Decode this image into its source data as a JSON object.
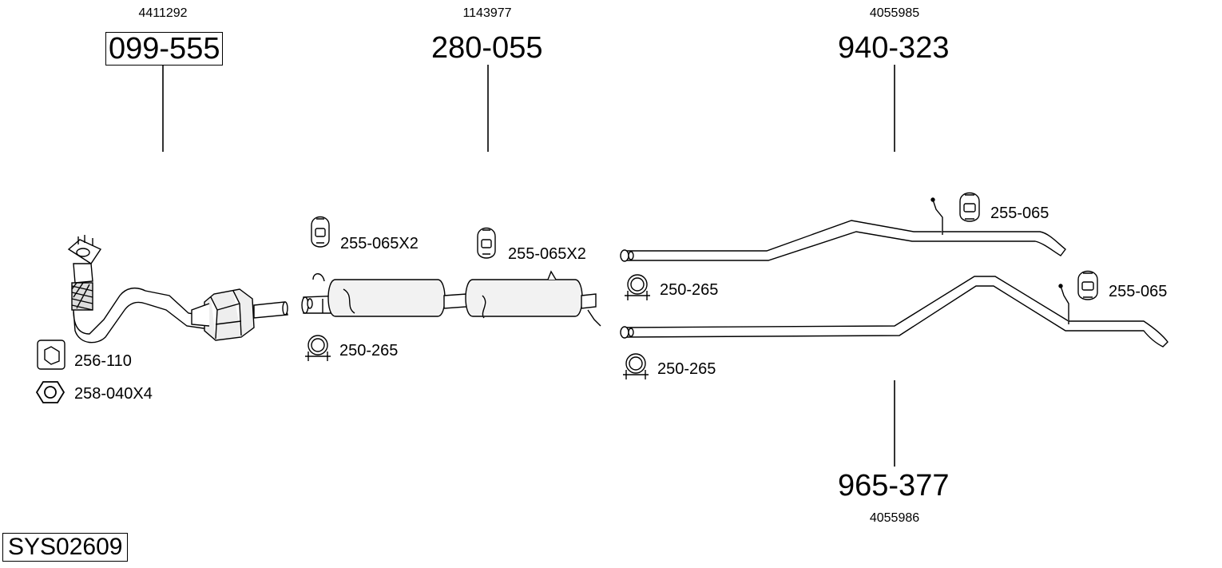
{
  "system_id": "SYS02609",
  "main_parts": [
    {
      "name": "catalytic-converter",
      "part_number": "099-555",
      "oe_number": "4411292",
      "boxed": true
    },
    {
      "name": "middle-silencer",
      "part_number": "280-055",
      "oe_number": "1143977",
      "boxed": false
    },
    {
      "name": "upper-rear-pipe",
      "part_number": "940-323",
      "oe_number": "4055985",
      "boxed": false
    },
    {
      "name": "lower-rear-pipe",
      "part_number": "965-377",
      "oe_number": "4055986",
      "boxed": false
    }
  ],
  "accessories": {
    "gasket": "256-110",
    "nut": "258-040X4",
    "hanger_1": "255-065X2",
    "hanger_2": "255-065X2",
    "hanger_3": "255-065",
    "hanger_4": "255-065",
    "clamp_1": "250-265",
    "clamp_2": "250-265",
    "clamp_3": "250-265"
  },
  "icons": [
    "gasket-icon",
    "nut-icon",
    "rubber-hanger-icon",
    "pipe-clamp-icon"
  ]
}
